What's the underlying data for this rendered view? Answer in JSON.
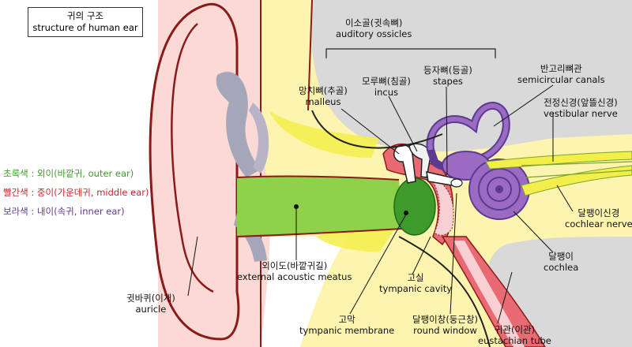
{
  "title": {
    "ko": "귀의 구조",
    "en": "structure of human ear"
  },
  "legend": [
    {
      "text": "초록색 : 외이(바깥귀, outer ear)",
      "color": "#3f9a2a"
    },
    {
      "text": "빨간색 : 중이(가운데귀, middle ear)",
      "color": "#c0282d"
    },
    {
      "text": "보라색 : 내이(속귀, inner ear)",
      "color": "#5b3a8f"
    }
  ],
  "labels": {
    "ossicles": {
      "ko": "이소골(귓속뼈)",
      "en": "auditory ossicles"
    },
    "malleus": {
      "ko": "망치뼈(추골)",
      "en": "malleus"
    },
    "incus": {
      "ko": "모루뼈(침골)",
      "en": "incus"
    },
    "stapes": {
      "ko": "등자뼈(등골)",
      "en": "stapes"
    },
    "canals": {
      "ko": "반고리뼈관",
      "en": "semicircular canals"
    },
    "vestibular": {
      "ko": "전정신경(앞뜰신경)",
      "en": "vestibular nerve"
    },
    "cochlear_nerve": {
      "ko": "달팽이신경",
      "en": "cochlear nerve"
    },
    "cochlea": {
      "ko": "달팽이",
      "en": "cochlea"
    },
    "meatus": {
      "ko": "외이도(바깥귀길)",
      "en": "external acoustic meatus"
    },
    "auricle": {
      "ko": "귓바퀴(이개)",
      "en": "auricle"
    },
    "tympanic_cavity": {
      "ko": "고실",
      "en": "tympanic cavity"
    },
    "membrane": {
      "ko": "고막",
      "en": "tympanic membrane"
    },
    "round_window": {
      "ko": "달팽이창(둥근창)",
      "en": "round window"
    },
    "eustachian": {
      "ko": "귀관(이관)",
      "en": "eustachian tube"
    }
  },
  "colors": {
    "outer_ear": "#8fd14a",
    "middle_ear": "#e86a72",
    "inner_ear": "#9b6bc4",
    "skin": "#fbdad6",
    "bone": "#fdf4b0",
    "bone_yellow": "#f3ef4a",
    "gray": "#d9d9d9",
    "cartilage": "#a4a6ba",
    "outline": "#8b1a1a"
  }
}
